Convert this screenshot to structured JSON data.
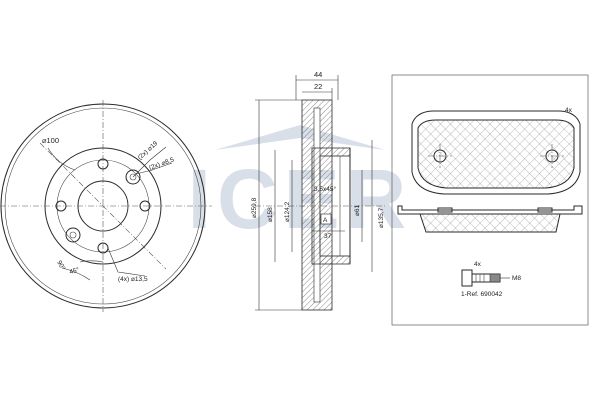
{
  "watermark": {
    "text": "ICER",
    "color": "#b9c6d8"
  },
  "disc_front": {
    "dia_100": "⌀100",
    "holes_19": "(2x) ⌀19",
    "holes_8_5": "(2x) ⌀8,5",
    "holes_13_5": "(4x) ⌀13,5",
    "angle_90": "90°",
    "angle_45": "45°"
  },
  "disc_section": {
    "width_44": "44",
    "width_22": "22",
    "dia_259_8": "⌀259,8",
    "dia_158": "⌀158",
    "dia_124_2": "⌀124,2",
    "chamfer": "3,5x45°",
    "datum": "A",
    "depth_37": "37",
    "dia_61": "⌀61",
    "dia_135_7": "⌀135,7"
  },
  "pads": {
    "qty": "4x",
    "bolt_qty": "4x",
    "bolt_thread": "M8",
    "ref": "1-Ref. 690042"
  }
}
